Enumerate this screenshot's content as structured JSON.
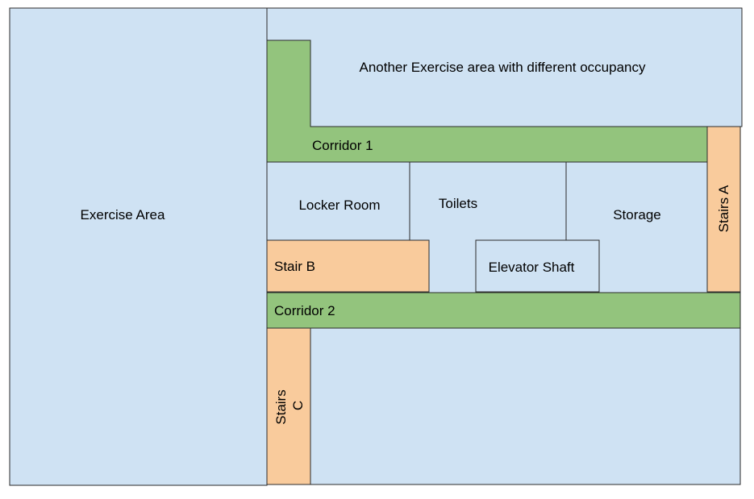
{
  "colors": {
    "room_fill": "#cfe2f3",
    "corridor_fill": "#93c47d",
    "stairs_fill": "#f9cb9c",
    "outline": "#2b2b2b"
  },
  "rooms": {
    "exercise_area": "Exercise Area",
    "another_exercise_area": "Another Exercise area with different occupancy",
    "corridor_1": "Corridor 1",
    "locker_room": "Locker Room",
    "toilets": "Toilets",
    "storage": "Storage",
    "stairs_a": "Stairs A",
    "stair_b": "Stair B",
    "elevator_shaft": "Elevator Shaft",
    "corridor_2": "Corridor 2",
    "stairs_c_line1": "Stairs",
    "stairs_c_line2": "C"
  }
}
